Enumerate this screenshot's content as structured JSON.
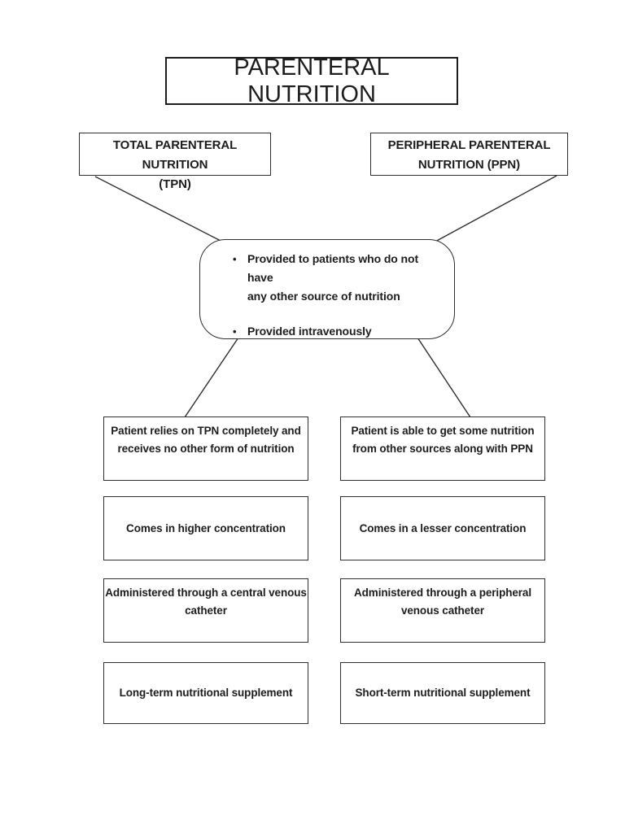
{
  "colors": {
    "background": "#ffffff",
    "line": "#2e2e2e",
    "text": "#1d1d1d"
  },
  "title": {
    "text": "PARENTERAL NUTRITION"
  },
  "headers": {
    "tpn": {
      "lines": [
        "TOTAL PARENTERAL NUTRITION",
        "(TPN)"
      ]
    },
    "ppn": {
      "lines": [
        "PERIPHERAL PARENTERAL",
        "NUTRITION (PPN)"
      ]
    }
  },
  "shared_node": {
    "bullet_glyph": "•",
    "bullets": [
      {
        "lines": [
          "Provided to patients who do not have",
          "any other source of nutrition"
        ]
      },
      {
        "lines": [
          "Provided intravenously"
        ]
      }
    ]
  },
  "comparison": {
    "tpn": [
      {
        "lines": [
          "Patient relies on TPN completely and",
          "receives no other form of nutrition"
        ]
      },
      {
        "lines": [
          "Comes in higher concentration"
        ]
      },
      {
        "lines": [
          "Administered through a central venous",
          "catheter"
        ]
      },
      {
        "lines": [
          "Long-term nutritional supplement"
        ]
      }
    ],
    "ppn": [
      {
        "lines": [
          "Patient is able to get some nutrition",
          "from other sources along with PPN"
        ]
      },
      {
        "lines": [
          "Comes in a lesser concentration"
        ]
      },
      {
        "lines": [
          "Administered through a peripheral",
          "venous catheter"
        ]
      },
      {
        "lines": [
          "Short-term nutritional supplement"
        ]
      }
    ]
  }
}
